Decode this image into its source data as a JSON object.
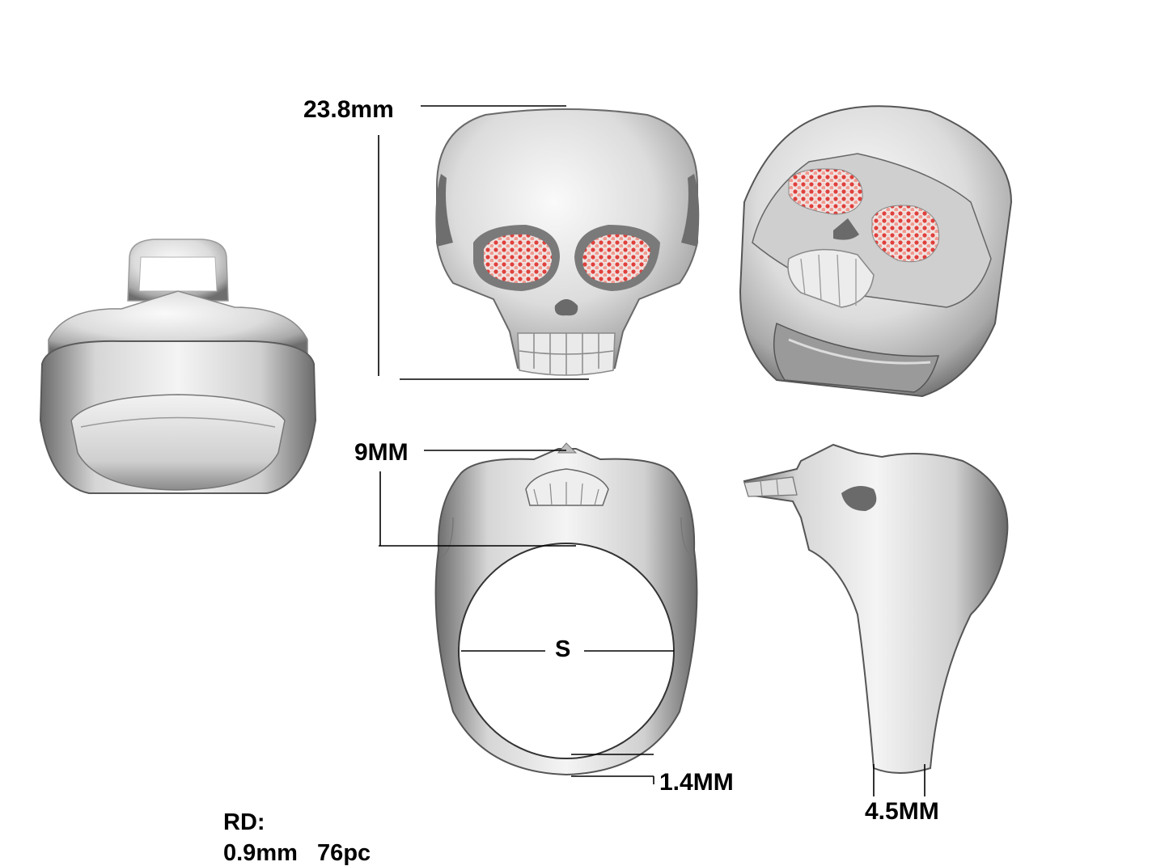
{
  "dimensions": {
    "height": "23.8mm",
    "top_height": "9MM",
    "size": "S",
    "band_thickness": "1.4MM",
    "shank_width": "4.5MM"
  },
  "stones": {
    "label": "RD:",
    "spec": "0.9mm   76pc"
  },
  "colors": {
    "metal_light": "#f2f2f2",
    "metal_mid": "#bdbdbd",
    "metal_dark": "#6f6f6f",
    "stone_red": "#e0403c",
    "stone_pink": "#f4b8b0"
  }
}
